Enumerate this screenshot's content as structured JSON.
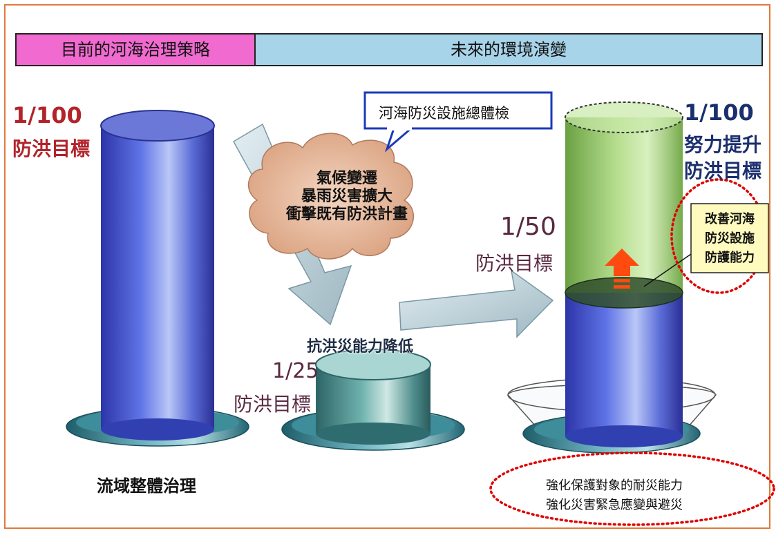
{
  "banner": {
    "current_strategy": "目前的河海治理策略",
    "future_change": "未來的環境演變"
  },
  "left_column": {
    "ratio": "1/100",
    "target": "防洪目標",
    "caption": "流域整體治理"
  },
  "middle": {
    "cloud_lines": [
      "氣候變遷",
      "暴雨災害擴大",
      "衝擊既有防洪計畫"
    ],
    "callout": "河海防災設施總體檢",
    "reduced": "抗洪災能力降低",
    "small_ratio": "1/25",
    "small_target": "防洪目標",
    "mid_ratio": "1/50",
    "mid_target": "防洪目標"
  },
  "right_column": {
    "ratio": "1/100",
    "effort_line1": "努力提升",
    "effort_line2": "防洪目標",
    "improve_box": [
      "改善河海",
      "防災設施",
      "防護能力"
    ],
    "bottom_note": [
      "強化保護對象的耐災能力",
      "強化災害緊急應變與避災"
    ]
  },
  "colors": {
    "pink_banner": "#f06ad0",
    "blue_banner": "#a8d4ea",
    "cylinder_blue": "#4e5fd6",
    "cylinder_teal": "#4f9a98",
    "cylinder_green": "#7bbf3a",
    "cloud": "#e8b89a",
    "red_text": "#b2242a",
    "dotted_red": "#e00000"
  }
}
